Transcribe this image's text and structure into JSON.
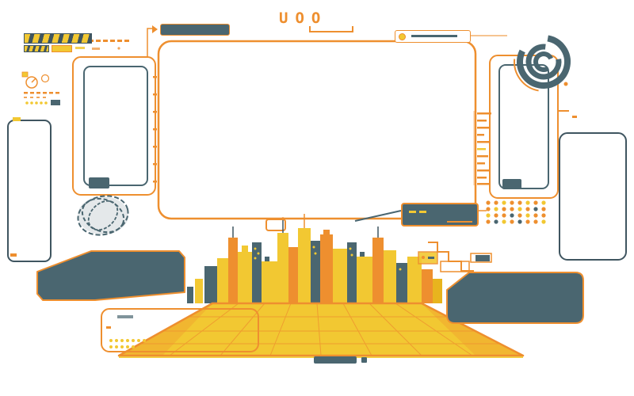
{
  "colors": {
    "orange": "#ee8f2f",
    "orange-soft": "#f5a84d",
    "yellow": "#f2c832",
    "yellow-deep": "#e8b41e",
    "slate": "#4a6670",
    "slate-dark": "#3f5560",
    "bg": "#ffffff"
  },
  "logo": {
    "text": "UOO"
  },
  "icons": {
    "spiral": "spiral-shell-glyph",
    "hazard": "diagonal-warning-stripes",
    "led_matrix": "dot-grid",
    "scribble": "sketch-ball",
    "skyline": "city-skyline",
    "ground": "perspective-grid-floor"
  }
}
